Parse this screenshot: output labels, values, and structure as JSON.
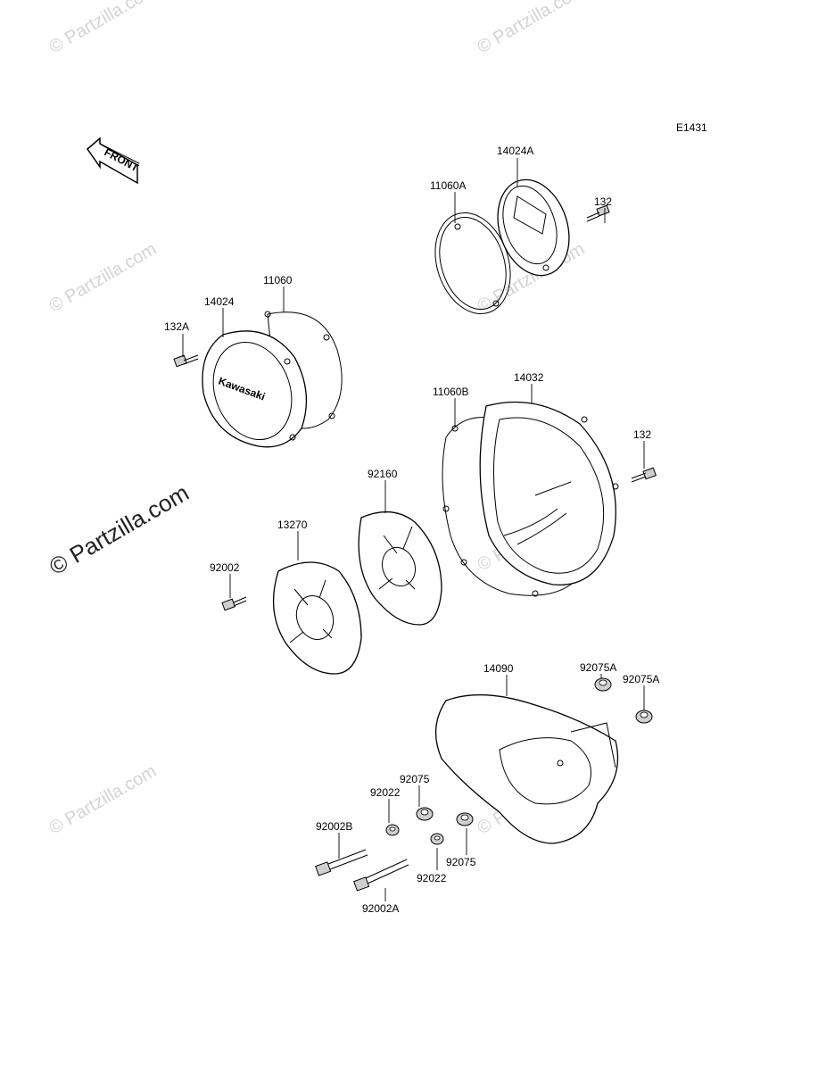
{
  "diagram_code": "E1431",
  "front_label": "FRONT",
  "brand_on_cover": "Kawasaki",
  "watermark": "© Partzilla.com",
  "parts": [
    {
      "id": "p-14024A",
      "label": "14024A"
    },
    {
      "id": "p-11060A",
      "label": "11060A"
    },
    {
      "id": "p-132-top",
      "label": "132"
    },
    {
      "id": "p-11060",
      "label": "11060"
    },
    {
      "id": "p-14024",
      "label": "14024"
    },
    {
      "id": "p-132A",
      "label": "132A"
    },
    {
      "id": "p-14032",
      "label": "14032"
    },
    {
      "id": "p-11060B",
      "label": "11060B"
    },
    {
      "id": "p-132-mid",
      "label": "132"
    },
    {
      "id": "p-92160",
      "label": "92160"
    },
    {
      "id": "p-13270",
      "label": "13270"
    },
    {
      "id": "p-92002",
      "label": "92002"
    },
    {
      "id": "p-14090",
      "label": "14090"
    },
    {
      "id": "p-92075A-1",
      "label": "92075A"
    },
    {
      "id": "p-92075A-2",
      "label": "92075A"
    },
    {
      "id": "p-92075-1",
      "label": "92075"
    },
    {
      "id": "p-92022-1",
      "label": "92022"
    },
    {
      "id": "p-92002B",
      "label": "92002B"
    },
    {
      "id": "p-92022-2",
      "label": "92022"
    },
    {
      "id": "p-92075-2",
      "label": "92075"
    },
    {
      "id": "p-92002A",
      "label": "92002A"
    }
  ]
}
